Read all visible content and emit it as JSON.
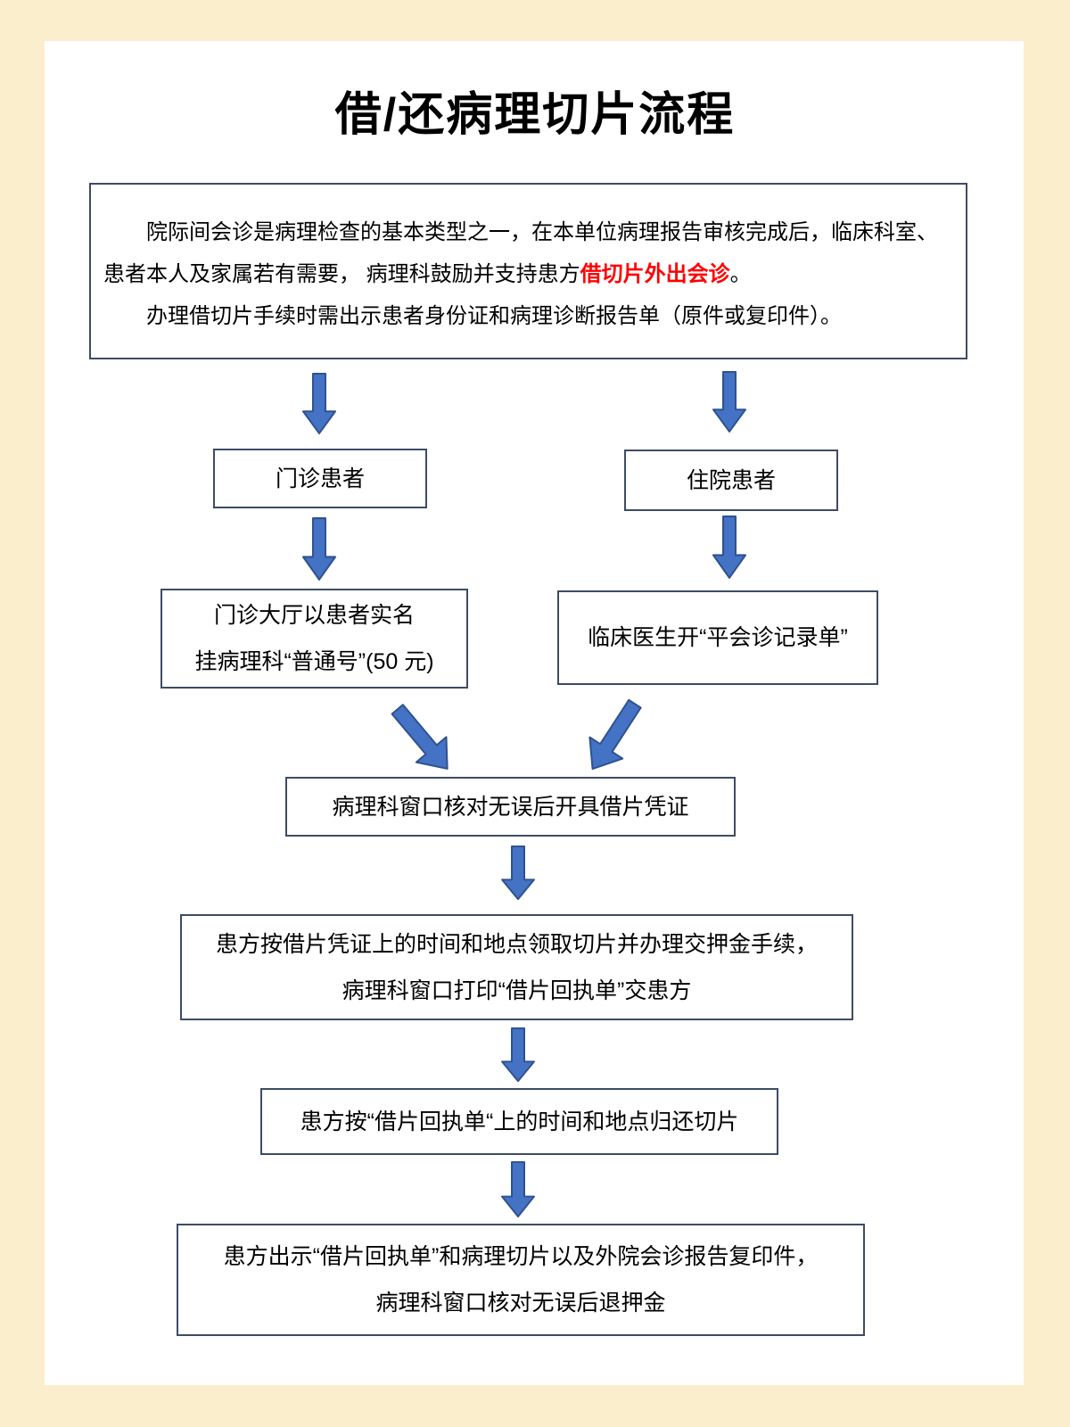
{
  "title": "借/还病理切片流程",
  "colors": {
    "background": "#FBEECC",
    "card": "#FFFFFF",
    "box_border": "#3D4C63",
    "arrow_fill": "#4472C4",
    "arrow_stroke": "#2F528F",
    "highlight_red": "#FF0000"
  },
  "intro": {
    "line1": "院际间会诊是病理检查的基本类型之一，在本单位病理报告审核完成后，临床科室、",
    "line2_before": "患者本人及家属若有需要， 病理科鼓励并支持患方",
    "line2_highlight": "借切片外出会诊",
    "line2_after": "。",
    "line3": "办理借切片手续时需出示患者身份证和病理诊断报告单（原件或复印件）。"
  },
  "nodes": {
    "outpatient": {
      "label": "门诊患者"
    },
    "inpatient": {
      "label": "住院患者"
    },
    "outpatient_step": {
      "line1": "门诊大厅以患者实名",
      "line2": "挂病理科“普通号”(50 元)"
    },
    "inpatient_step": {
      "label": "临床医生开“平会诊记录单”"
    },
    "verify": {
      "label": "病理科窗口核对无误后开具借片凭证"
    },
    "pickup": {
      "line1": "患方按借片凭证上的时间和地点领取切片并办理交押金手续，",
      "line2": "病理科窗口打印“借片回执单”交患方"
    },
    "return": {
      "label": "患方按“借片回执单“上的时间和地点归还切片"
    },
    "refund": {
      "line1": "患方出示“借片回执单”和病理切片以及外院会诊报告复印件，",
      "line2": "病理科窗口核对无误后退押金"
    }
  }
}
